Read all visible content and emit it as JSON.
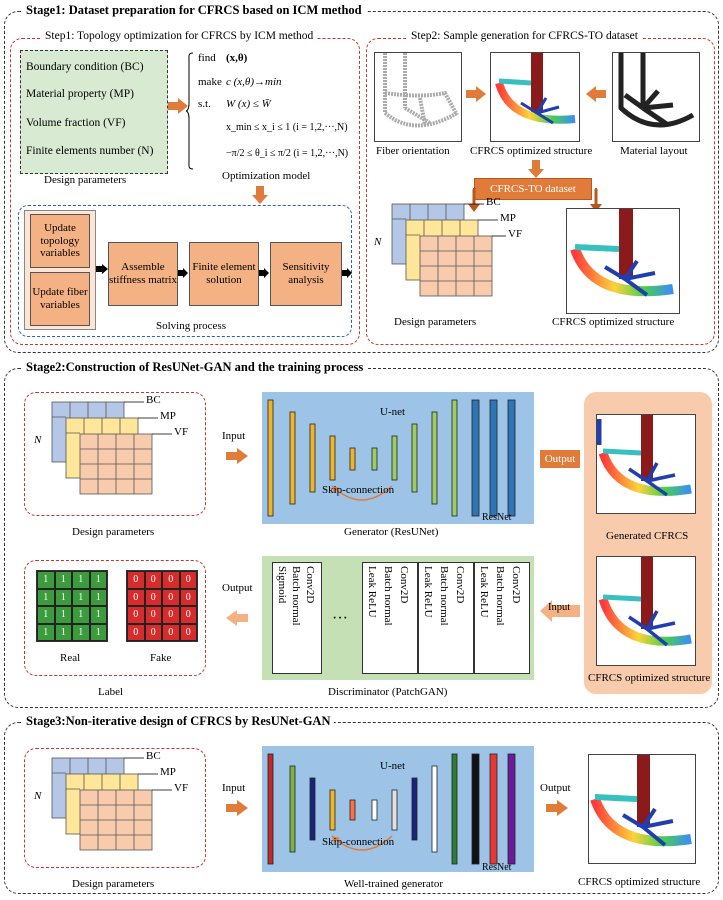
{
  "stage1": {
    "title": "Stage1: Dataset preparation for CFRCS based on ICM method",
    "step1_title": "Step1: Topology optimization for CFRCS by ICM method",
    "params": [
      "Boundary condition (BC)",
      "Material property (MP)",
      "Volume fraction (VF)",
      "Finite elements number (N)"
    ],
    "design_params_label": "Design parameters",
    "opt_model": {
      "find_kw": "find",
      "find_expr": "(x,θ)",
      "make_kw": "make",
      "make_expr": "c (x,θ)→min",
      "st_kw": "s.t.",
      "st1": "W (x) ≤ W̄",
      "st2": "x_min ≤ x_i ≤ 1 (i = 1,2,···,N)",
      "st3": "−π/2 ≤ θ_i ≤ π/2 (i = 1,2,···,N)",
      "label": "Optimization model"
    },
    "solve": {
      "update_topo": "Update topology variables",
      "update_fiber": "Update fiber variables",
      "assemble": "Assemble stiffness matrix",
      "fe": "Finite element solution",
      "sens": "Sensitivity analysis",
      "label": "Solving process"
    },
    "step2_title": "Step2: Sample generation  for CFRCS-TO dataset",
    "fiber_label": "Fiber orientation",
    "opt_struct_label": "CFRCS optimized structure",
    "material_label": "Material layout",
    "dataset_label": "CFRCS-TO dataset",
    "grid_labels": {
      "bc": "BC",
      "mp": "MP",
      "vf": "VF",
      "n": "N"
    },
    "design_params_label2": "Design parameters",
    "opt_struct_label2": "CFRCS optimized structure"
  },
  "stage2": {
    "title": "Stage2:Construction of ResUNet-GAN and the training process",
    "grid_labels": {
      "bc": "BC",
      "mp": "MP",
      "vf": "VF",
      "n": "N"
    },
    "design_params_label": "Design parameters",
    "input_label": "Input",
    "unet_label": "U-net",
    "skip_label": "Skip-connection",
    "resnet_label": "ResNet",
    "generator_label": "Generator (ResUNet)",
    "output_label": "Output",
    "generated_label": "Generated CFRCS",
    "opt_struct_label": "CFRCS optimized structure",
    "input2_label": "Input",
    "output2_label": "Output",
    "disc_label": "Discriminator (PatchGAN)",
    "disc_layers": [
      "Sigmoid",
      "Batch normal",
      "Conv2D",
      "Leak ReLU",
      "Batch normal",
      "Conv2D",
      "Leak ReLU",
      "Batch normal",
      "Conv2D",
      "Leak ReLU",
      "Batch normal",
      "Conv2D"
    ],
    "dots": "···",
    "real_label": "Real",
    "fake_label": "Fake",
    "label_label": "Label",
    "real_value": "1",
    "fake_value": "0"
  },
  "stage3": {
    "title": "Stage3:Non-iterative design of CFRCS by ResUNet-GAN",
    "grid_labels": {
      "bc": "BC",
      "mp": "MP",
      "vf": "VF",
      "n": "N"
    },
    "design_params_label": "Design parameters",
    "input_label": "Input",
    "unet_label": "U-net",
    "skip_label": "Skip-connection",
    "resnet_label": "ResNet",
    "generator_label": "Well-trained generator",
    "output_label": "Output",
    "opt_struct_label": "CFRCS optimized structure"
  },
  "colors": {
    "orange": "#f4b183",
    "arrow": "#e07b39",
    "blue_panel": "#9dc3e6",
    "green_panel": "#c5e0b4",
    "peach_panel": "#f8cbad",
    "red_dash": "#c0392b",
    "blue_dash": "#2e5fb5",
    "params_green": "#d9ead3"
  }
}
